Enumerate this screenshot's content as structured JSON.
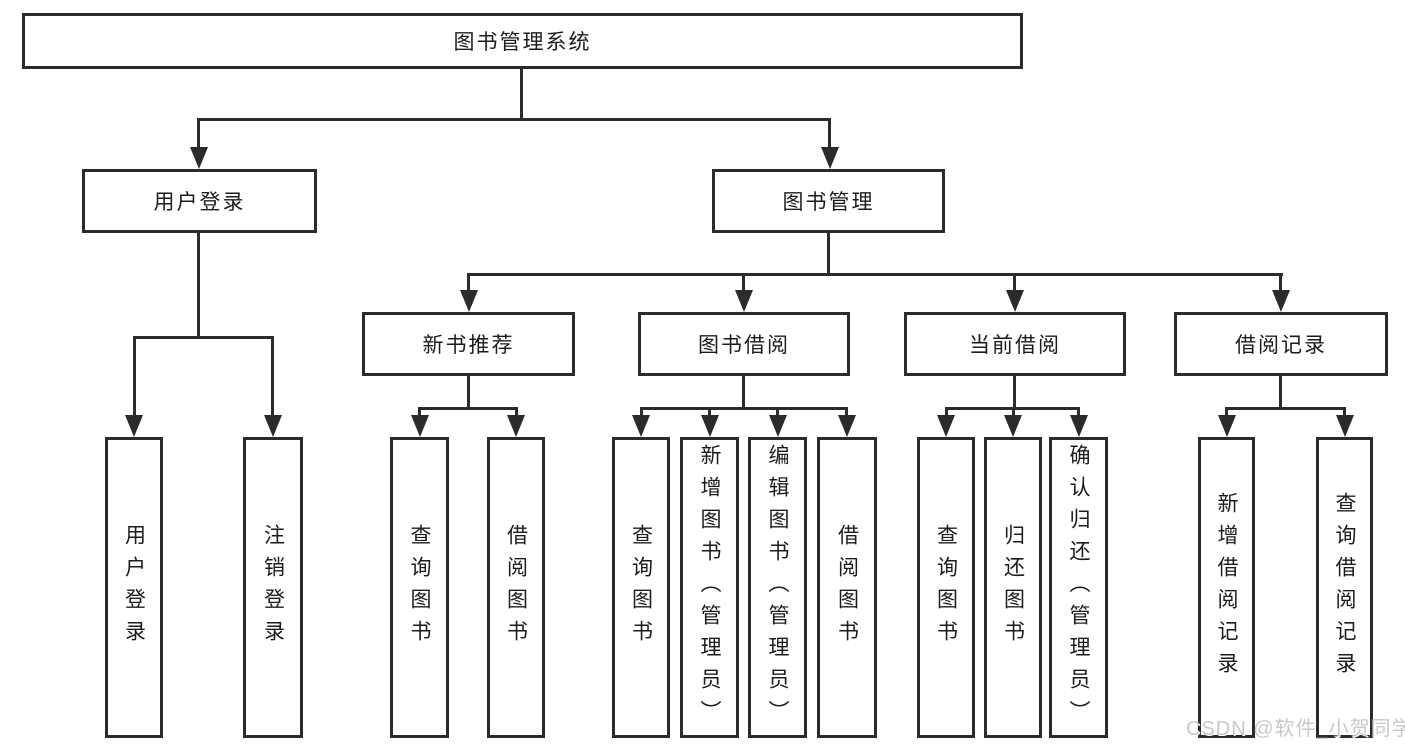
{
  "colors": {
    "line": "#2b2b2b",
    "text": "#1c1c1c",
    "background": "#ffffff",
    "box_bg": "#ffffff",
    "watermark": "#c9c9c9"
  },
  "watermark": {
    "text": "CSDN @软件_小贺同学"
  },
  "tree": {
    "root": {
      "label": "图书管理系统"
    },
    "branches": [
      {
        "label": "用户登录",
        "children": [
          {
            "label": "用户登录"
          },
          {
            "label": "注销登录"
          }
        ]
      },
      {
        "label": "图书管理",
        "children": [
          {
            "label": "新书推荐",
            "children": [
              {
                "label": "查询图书"
              },
              {
                "label": "借阅图书"
              }
            ]
          },
          {
            "label": "图书借阅",
            "children": [
              {
                "label": "查询图书"
              },
              {
                "label": "新增图书（管理员）"
              },
              {
                "label": "编辑图书（管理员）"
              },
              {
                "label": "借阅图书"
              }
            ]
          },
          {
            "label": "当前借阅",
            "children": [
              {
                "label": "查询图书"
              },
              {
                "label": "归还图书"
              },
              {
                "label": "确认归还（管理员）"
              }
            ]
          },
          {
            "label": "借阅记录",
            "children": [
              {
                "label": "新增借阅记录"
              },
              {
                "label": "查询借阅记录"
              }
            ]
          }
        ]
      }
    ]
  }
}
